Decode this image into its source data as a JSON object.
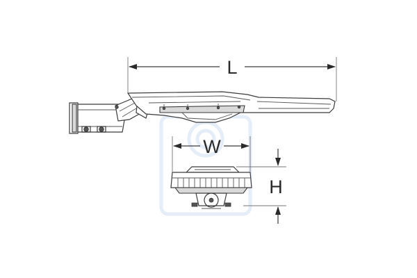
{
  "dimensions": {
    "length_label": "L",
    "width_label": "W",
    "height_label": "H"
  }
}
